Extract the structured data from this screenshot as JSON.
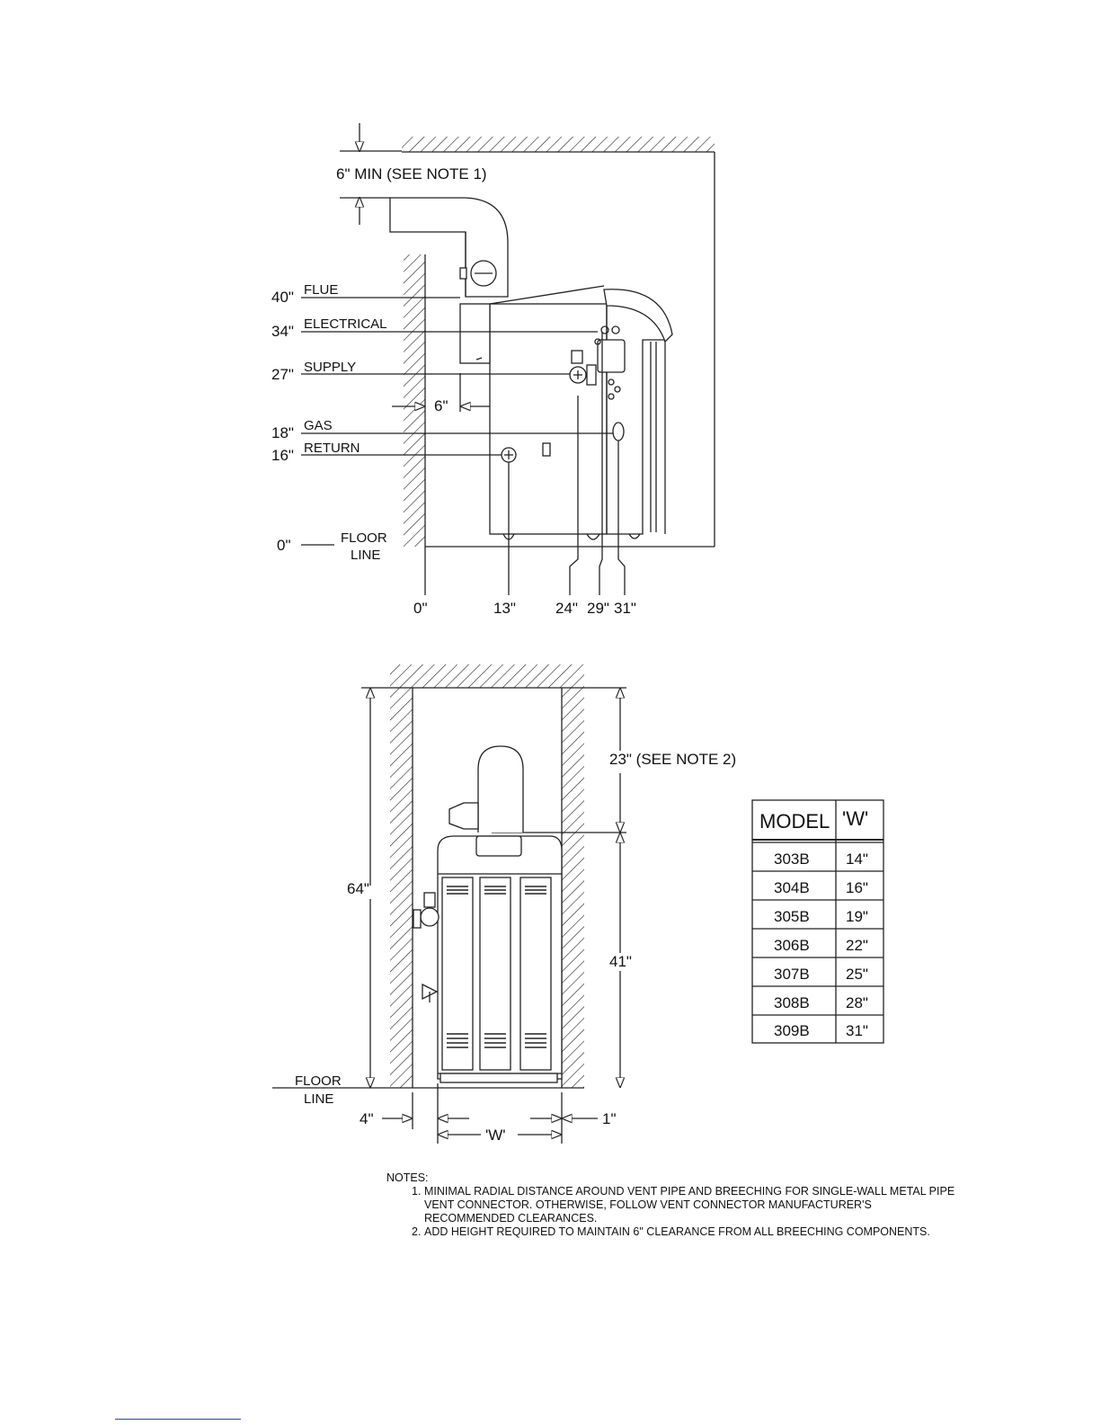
{
  "side_view": {
    "top_clearance": "6\" MIN  (SEE NOTE 1)",
    "rows": [
      {
        "value": "40\"",
        "name": "FLUE"
      },
      {
        "value": "34\"",
        "name": "ELECTRICAL"
      },
      {
        "value": "27\"",
        "name": "SUPPLY"
      },
      {
        "value": "18\"",
        "name": "GAS"
      },
      {
        "value": "16\"",
        "name": "RETURN"
      }
    ],
    "wall_offset": "6\"",
    "floor_value": "0\"",
    "floor_label_1": "FLOOR",
    "floor_label_2": "LINE",
    "bottom_dims": [
      "0\"",
      "13\"",
      "24\"",
      "29\"",
      "31\""
    ]
  },
  "front_view": {
    "top_clearance": "23\" (SEE NOTE 2)",
    "height_total": "64\"",
    "height_unit": "41\"",
    "floor_label_1": "FLOOR",
    "floor_label_2": "LINE",
    "left_clearance": "4\"",
    "right_clearance": "1\"",
    "width_label": "'W'"
  },
  "model_table": {
    "headers": [
      "MODEL",
      "'W'"
    ],
    "rows": [
      [
        "303B",
        "14\""
      ],
      [
        "304B",
        "16\""
      ],
      [
        "305B",
        "19\""
      ],
      [
        "306B",
        "22\""
      ],
      [
        "307B",
        "25\""
      ],
      [
        "308B",
        "28\""
      ],
      [
        "309B",
        "31\""
      ]
    ]
  },
  "notes": {
    "title": "NOTES:",
    "items": [
      {
        "num": "1.",
        "text": "MINIMAL RADIAL DISTANCE AROUND VENT PIPE AND BREECHING FOR SINGLE-WALL METAL PIPE VENT CONNECTOR.  OTHERWISE, FOLLOW VENT CONNECTOR MANUFACTURER'S RECOMMENDED CLEARANCES."
      },
      {
        "num": "2.",
        "text": "ADD HEIGHT REQUIRED TO MAINTAIN 6\" CLEARANCE FROM ALL BREECHING COMPONENTS."
      }
    ]
  }
}
